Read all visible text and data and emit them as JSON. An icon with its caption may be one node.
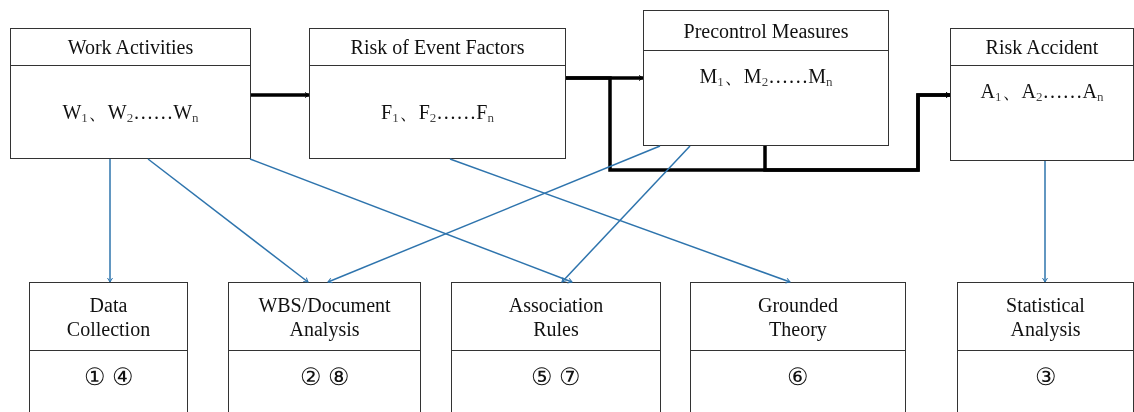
{
  "diagram": {
    "nodes": [
      {
        "text": [
          "Work Activities",
          "W$_{1}$、W$_{2}$……W$_{n}$"
        ]
      },
      {
        "text": [
          "Risk of Event Factors",
          "F$_{1}$、F$_{2}$……F$_{n}$"
        ]
      },
      {
        "text": [
          "Precontrol Measures",
          "M$_{1}$、M$_{2}$……M$_{n}$"
        ]
      },
      {
        "text": [
          "Risk Accident",
          "A$_{1}$、A$_{2}$……A$_{n}$"
        ]
      },
      {
        "text": [
          "Data Collection",
          "① ④"
        ]
      },
      {
        "text": [
          "WBS/Document Analysis",
          "② ⑧"
        ]
      },
      {
        "text": [
          "Association Rules",
          "⑤ ⑦"
        ]
      },
      {
        "text": [
          "Grounded Theory",
          "⑥"
        ]
      },
      {
        "text": [
          "Statistical Analysis",
          "③"
        ]
      }
    ],
    "edges": [
      {
        "from": 0,
        "to": 1,
        "arrow": "to",
        "style": "thick",
        "color": "#000000"
      },
      {
        "from": 1,
        "to": 2,
        "arrow": "to",
        "style": "thick",
        "color": "#000000"
      },
      {
        "from": 1,
        "to": 3,
        "arrow": "to",
        "style": "thick",
        "color": "#000000"
      },
      {
        "from": 2,
        "to": 3,
        "arrow": "to",
        "style": "thick",
        "color": "#000000"
      },
      {
        "from": 0,
        "to": 4,
        "arrow": "to"
      },
      {
        "from": 0,
        "to": 5,
        "arrow": "to"
      },
      {
        "from": 0,
        "to": 6,
        "arrow": "to"
      },
      {
        "from": 1,
        "to": 7,
        "arrow": "to"
      },
      {
        "from": 2,
        "to": 5,
        "arrow": "to"
      },
      {
        "from": 2,
        "to": 6,
        "arrow": "to"
      },
      {
        "from": 3,
        "to": 8,
        "arrow": "to"
      }
    ]
  }
}
